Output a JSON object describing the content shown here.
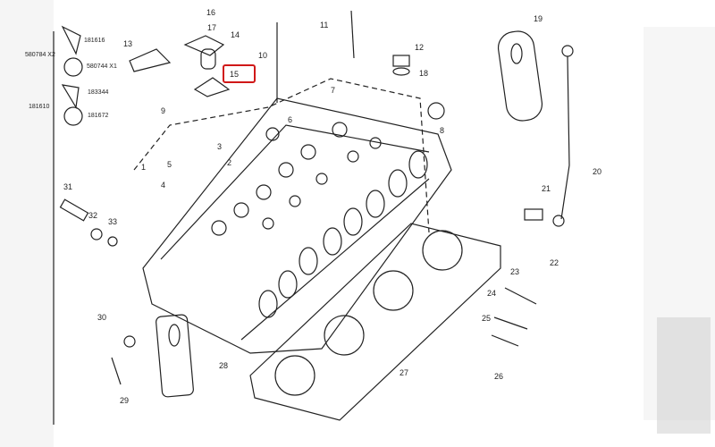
{
  "diagram": {
    "title": "Cylinder head exploded parts diagram",
    "highlight_color": "#d01818",
    "highlighted_part": "15",
    "side_groups": [
      {
        "label": "580784 X2",
        "parts": [
          "181616",
          "580744 X1"
        ]
      },
      {
        "label": "181610",
        "parts": [
          "183344",
          "181672"
        ]
      }
    ],
    "part_labels": [
      "1",
      "2",
      "3",
      "4",
      "5",
      "6",
      "7",
      "8",
      "9",
      "10",
      "11",
      "12",
      "13",
      "14",
      "15",
      "16",
      "17",
      "18",
      "19",
      "20",
      "21",
      "22",
      "23",
      "24",
      "25",
      "26",
      "27",
      "28",
      "29",
      "30",
      "31",
      "32",
      "33"
    ]
  }
}
